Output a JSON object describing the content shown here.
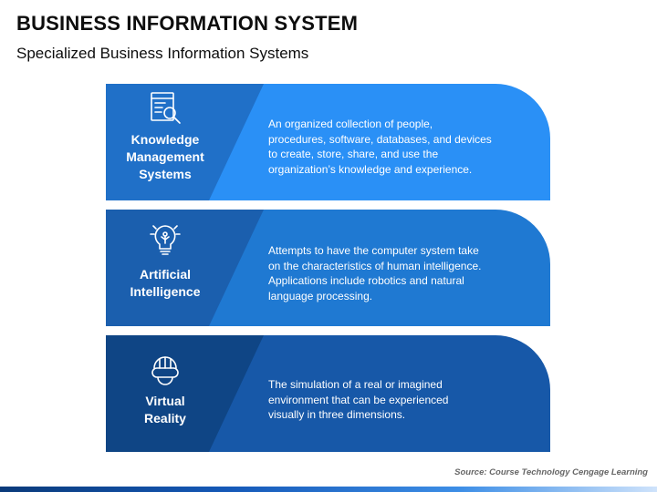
{
  "header": {
    "title": "BUSINESS INFORMATION SYSTEM",
    "subtitle": "Specialized Business Information Systems"
  },
  "cards": [
    {
      "label_lines": [
        "Knowledge",
        "Management",
        "Systems"
      ],
      "description_lines": [
        "An organized collection of people,",
        "procedures, software, databases, and devices",
        "to create, store, share, and use the",
        "organization’s knowledge and experience."
      ],
      "icon": "document-search-icon",
      "colors": {
        "left": "#2070c8",
        "right": "#2a90f6"
      }
    },
    {
      "label_lines": [
        "Artificial",
        "Intelligence"
      ],
      "description_lines": [
        "Attempts to have the computer system take",
        "on the characteristics of human intelligence.",
        "Applications include robotics and natural",
        "language processing."
      ],
      "icon": "ai-lightbulb-icon",
      "colors": {
        "left": "#1b5fae",
        "right": "#1f79d2"
      }
    },
    {
      "label_lines": [
        "Virtual",
        "Reality"
      ],
      "description_lines": [
        "The simulation of a real or imagined",
        "environment that can be experienced",
        "visually in three dimensions."
      ],
      "icon": "vr-headset-icon",
      "colors": {
        "left": "#0f4585",
        "right": "#1758a8"
      }
    }
  ],
  "footer": {
    "source": "Source: Course Technology Cengage Learning"
  }
}
